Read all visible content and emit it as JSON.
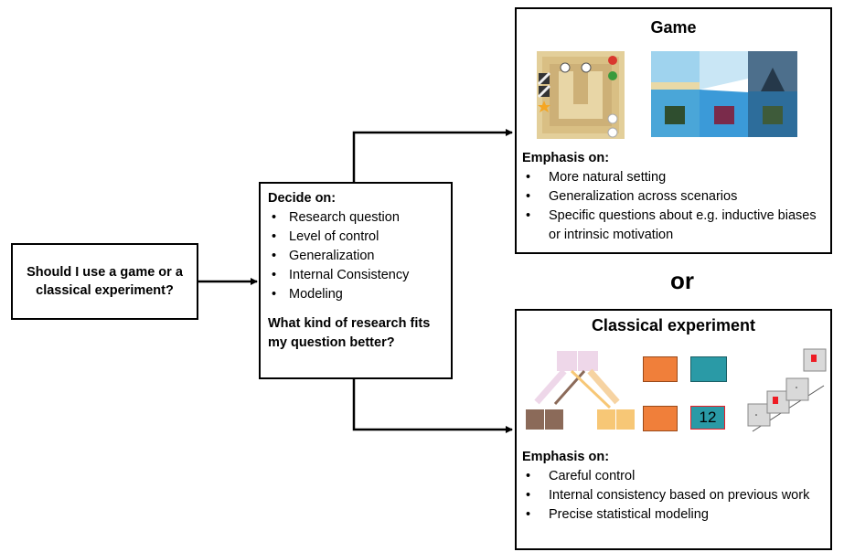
{
  "question_box": {
    "text": "Should I use a game or a classical experiment?"
  },
  "decide_box": {
    "heading": "Decide on:",
    "items": [
      "Research question",
      "Level of control",
      "Generalization",
      "Internal Consistency",
      "Modeling"
    ],
    "footer": "What kind of research fits my question better?"
  },
  "game_box": {
    "title": "Game",
    "emphasis_heading": "Emphasis on:",
    "items": [
      "More natural setting",
      "Generalization across scenarios",
      "Specific questions about e.g. inductive biases or intrinsic motivation"
    ]
  },
  "or_label": "or",
  "experiment_box": {
    "title": "Classical experiment",
    "emphasis_heading": "Emphasis on:",
    "items": [
      "Careful control",
      "Internal consistency based on previous work",
      "Precise statistical modeling"
    ],
    "panel_number": "12"
  },
  "colors": {
    "pink": "#eed7e9",
    "brown": "#8b6a59",
    "tan": "#f7c776",
    "orange": "#f07f3a",
    "teal": "#2a9aa6",
    "red": "#ee1c24",
    "grid_gray": "#d9d9d9"
  }
}
